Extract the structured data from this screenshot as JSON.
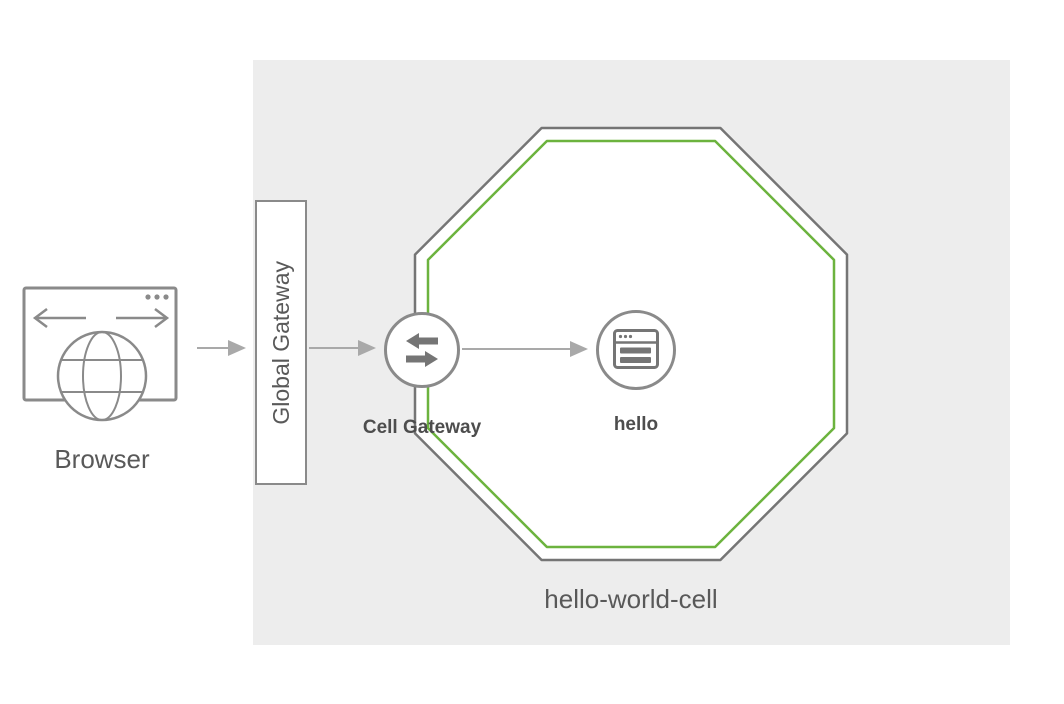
{
  "diagram": {
    "type": "architecture-diagram",
    "labels": {
      "browser": "Browser",
      "global_gateway": "Global Gateway",
      "cell_gateway": "Cell Gateway",
      "hello_service": "hello",
      "cell_name": "hello-world-cell"
    },
    "icons": {
      "browser": "browser-globe-icon",
      "cell_gateway": "swap-arrows-icon",
      "hello_service": "app-window-icon"
    },
    "colors": {
      "page_background": "#ffffff",
      "cell_background": "#ededed",
      "octagon_outer_border": "#757575",
      "octagon_inner_border": "#6cb33e",
      "node_border": "#8a8a8a",
      "icon_gray": "#757575",
      "arrow_gray": "#a9a9a9",
      "label_text": "#595959",
      "node_label_text": "#4d4d4d"
    }
  }
}
